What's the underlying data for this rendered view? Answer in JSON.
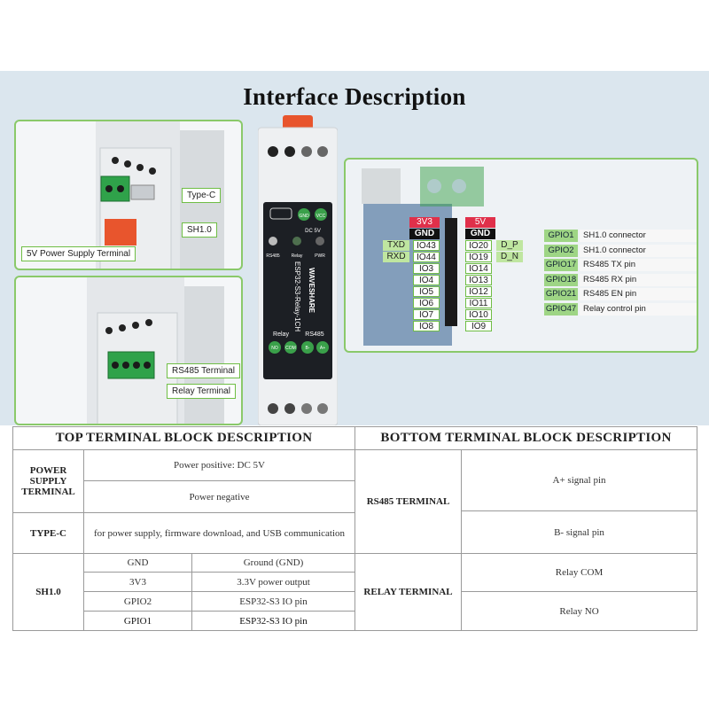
{
  "title": "Interface Description",
  "callouts": {
    "type_c": "Type-C",
    "sh1": "SH1.0",
    "power_terminal": "5V Power Supply Terminal",
    "rs485_terminal": "RS485 Terminal",
    "relay_terminal": "Relay Terminal"
  },
  "device": {
    "gnd": "GND",
    "vcc": "VCC",
    "dc5v": "DC 5V",
    "rs485_led": "RS485",
    "relay_led": "Relay",
    "pwr_led": "PWR",
    "brand": "WAVESHARE",
    "model": "ESP32-S3-Relay-1CH",
    "relay_label": "Relay",
    "rs485_label": "RS485",
    "no": "NO",
    "com": "COM",
    "bminus": "B-",
    "aplus": "A+"
  },
  "pins": {
    "left_header": "3V3",
    "right_header": "5V",
    "left_gnd": "GND",
    "right_gnd": "GND",
    "left_col": [
      "IO43",
      "IO44",
      "IO3",
      "IO4",
      "IO5",
      "IO6",
      "IO7",
      "IO8"
    ],
    "right_col": [
      "IO20",
      "IO19",
      "IO14",
      "IO13",
      "IO12",
      "IO11",
      "IO10",
      "IO9"
    ],
    "left_sig": [
      "TXD",
      "RXD"
    ],
    "right_sig": [
      "D_P",
      "D_N"
    ]
  },
  "gpio_legend": [
    {
      "pin": "GPIO1",
      "desc": "SH1.0 connector"
    },
    {
      "pin": "GPIO2",
      "desc": "SH1.0 connector"
    },
    {
      "pin": "GPIO17",
      "desc": "RS485 TX pin"
    },
    {
      "pin": "GPIO18",
      "desc": "RS485 RX pin"
    },
    {
      "pin": "GPIO21",
      "desc": "RS485 EN pin"
    },
    {
      "pin": "GPIO47",
      "desc": "Relay control pin"
    }
  ],
  "top_table": {
    "heading": "TOP TERMINAL BLOCK DESCRIPTION",
    "power_label": "POWER SUPPLY TERMINAL",
    "power_pos": "Power positive: DC 5V",
    "power_neg": "Power negative",
    "typec_label": "TYPE-C",
    "typec_desc": "for power supply, firmware download, and USB communication",
    "sh1_label": "SH1.0",
    "sh1_rows": [
      {
        "pin": "GND",
        "desc": "Ground (GND)"
      },
      {
        "pin": "3V3",
        "desc": "3.3V power output"
      },
      {
        "pin": "GPIO2",
        "desc": "ESP32-S3 IO pin"
      },
      {
        "pin": "GPIO1",
        "desc": "ESP32-S3 IO pin"
      }
    ]
  },
  "bottom_table": {
    "heading": "BOTTOM TERMINAL BLOCK DESCRIPTION",
    "rs485_label": "RS485 TERMINAL",
    "a_plus": "A+ signal pin",
    "b_minus": "B- signal pin",
    "relay_label": "RELAY TERMINAL",
    "relay_com": "Relay COM",
    "relay_no": "Relay NO"
  },
  "colors": {
    "accent_green": "#6fbe45",
    "background": "#dbe6ee",
    "device_orange": "#e8552d"
  }
}
